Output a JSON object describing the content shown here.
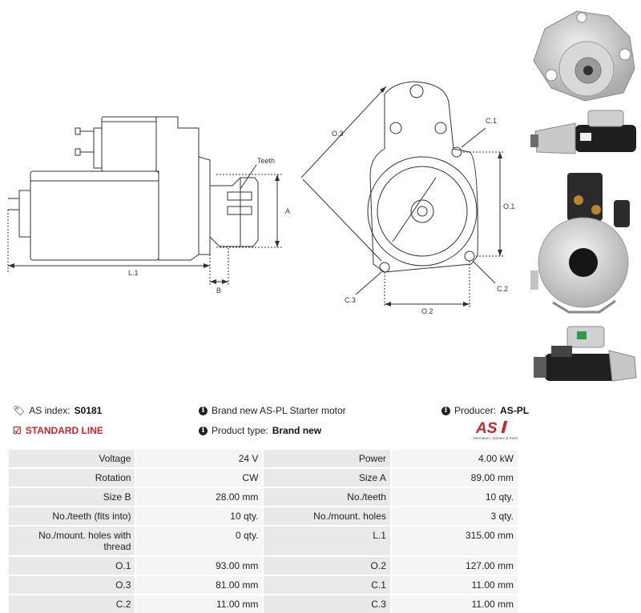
{
  "diagram": {
    "labels": {
      "teeth": "Teeth",
      "a": "A",
      "b": "B",
      "l1": "L.1",
      "o3": "O.3",
      "o1": "O.1",
      "o2": "O.2",
      "c1": "C.1",
      "c2": "C.2",
      "c3": "C.3"
    }
  },
  "info": {
    "as_index_label": "AS index:",
    "as_index_value": "S0181",
    "line": "STANDARD LINE",
    "description": "Brand new AS-PL Starter motor",
    "product_type_label": "Product type:",
    "product_type_value": "Brand new",
    "producer_label": "Producer:",
    "producer_value": "AS-PL",
    "logo_tagline": "Alternators, Starters & Parts"
  },
  "specs": [
    {
      "l1": "Voltage",
      "v1": "24 V",
      "l2": "Power",
      "v2": "4.00 kW"
    },
    {
      "l1": "Rotation",
      "v1": "CW",
      "l2": "Size A",
      "v2": "89.00 mm"
    },
    {
      "l1": "Size B",
      "v1": "28.00 mm",
      "l2": "No./teeth",
      "v2": "10 qty."
    },
    {
      "l1": "No./teeth (fits into)",
      "v1": "10 qty.",
      "l2": "No./mount. holes",
      "v2": "3 qty."
    },
    {
      "l1": "No./mount. holes with thread",
      "v1": "0 qty.",
      "l2": "L.1",
      "v2": "315.00 mm"
    },
    {
      "l1": "O.1",
      "v1": "93.00 mm",
      "l2": "O.2",
      "v2": "127.00 mm"
    },
    {
      "l1": "O.3",
      "v1": "81.00 mm",
      "l2": "C.1",
      "v2": "11.00 mm"
    },
    {
      "l1": "C.2",
      "v1": "11.00 mm",
      "l2": "C.3",
      "v2": "11.00 mm"
    }
  ],
  "colors": {
    "accent_red": "#d2232a",
    "line": "#333333",
    "cell_bg": "#f0f0f0"
  }
}
